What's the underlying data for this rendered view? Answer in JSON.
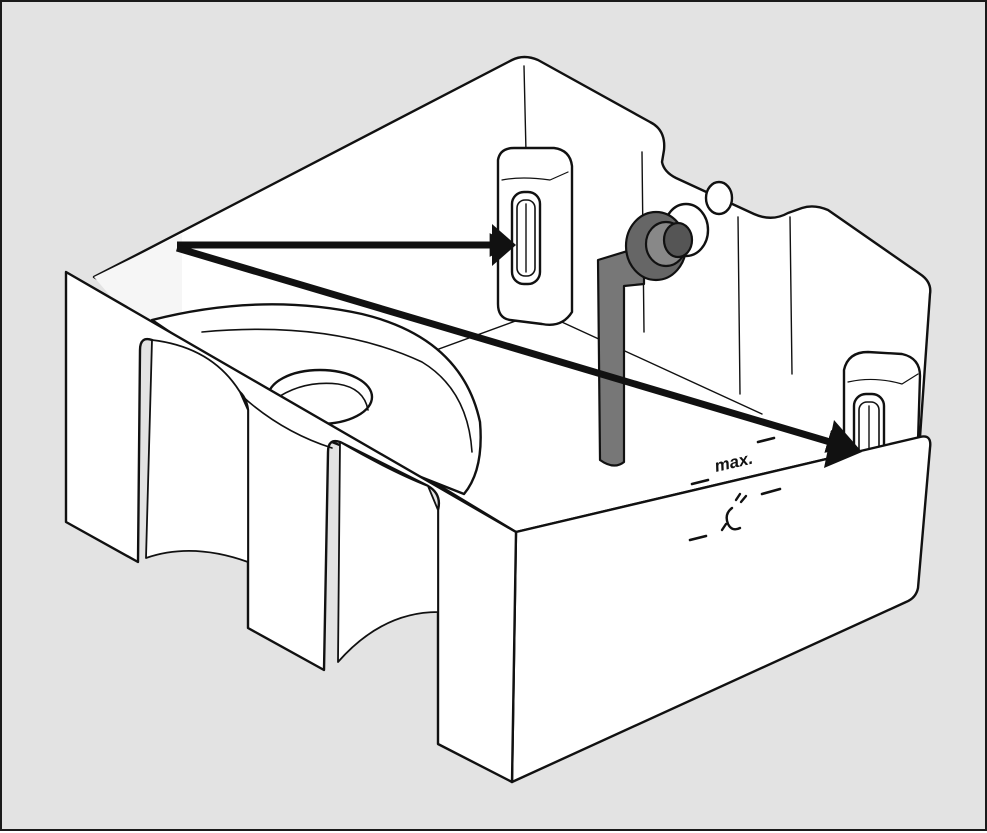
{
  "figure": {
    "background_color": "#e3e3e3",
    "line_color": "#111111",
    "fill_color": "#ffffff",
    "pipe_color": "#7a7a7a",
    "arrow_color": "#111111",
    "arrow_count": 2
  },
  "labels": {
    "max": "max.",
    "descale_symbol": "steam-descale-symbol"
  }
}
